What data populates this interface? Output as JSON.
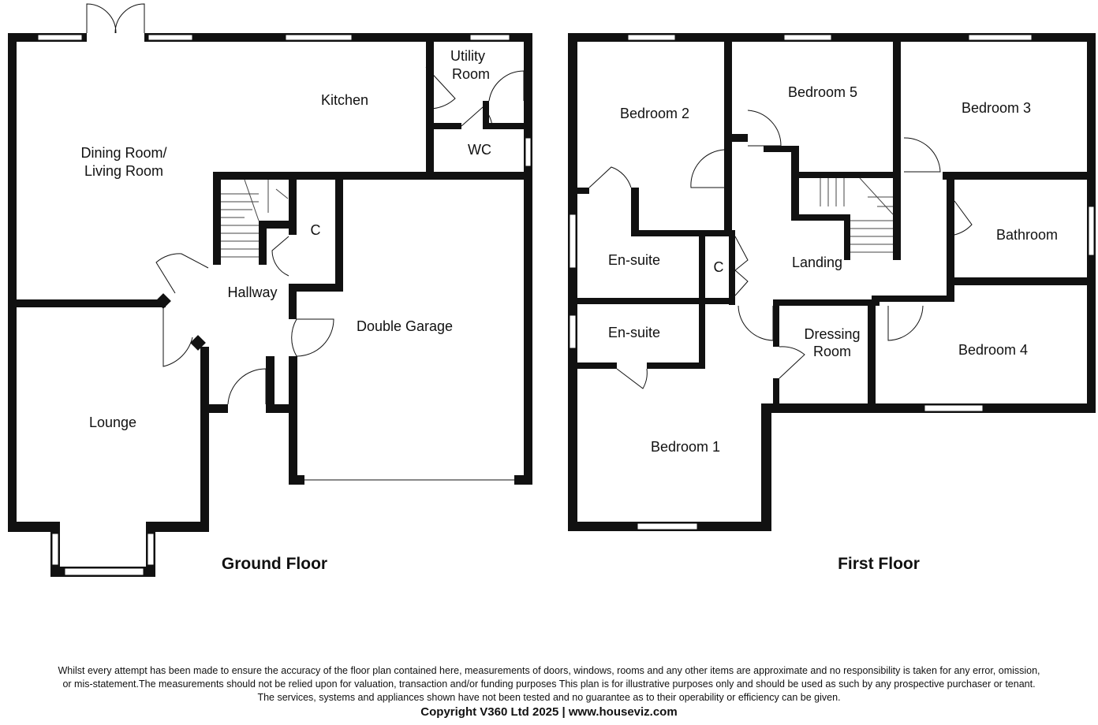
{
  "floors": [
    {
      "title": "Ground Floor",
      "rooms": [
        "Dining Room/",
        "Living Room",
        "Kitchen",
        "Utility",
        "Room",
        "WC",
        "C",
        "Hallway",
        "Double Garage",
        "Lounge"
      ]
    },
    {
      "title": "First Floor",
      "rooms": [
        "Bedroom 2",
        "Bedroom 5",
        "Bedroom 3",
        "En-suite",
        "Landing",
        "C",
        "Bathroom",
        "En-suite",
        "Dressing",
        "Room",
        "Bedroom 4",
        "Bedroom 1"
      ]
    }
  ],
  "footer": {
    "disclaimer": [
      "Whilst every attempt has been made to ensure the accuracy of the floor plan contained here, measurements of doors, windows, rooms and any other items are approximate and no responsibility is taken for any error, omission,",
      "or mis-statement.The measurements should not be relied upon for valuation, transaction and/or funding purposes This plan is for illustrative purposes only and should be used as such by any prospective purchaser or tenant.",
      "The services, systems and appliances shown have not been tested and no guarantee as to their operability or efficiency can be given."
    ],
    "copyright": "Copyright V360 Ltd 2025 | www.houseviz.com"
  }
}
